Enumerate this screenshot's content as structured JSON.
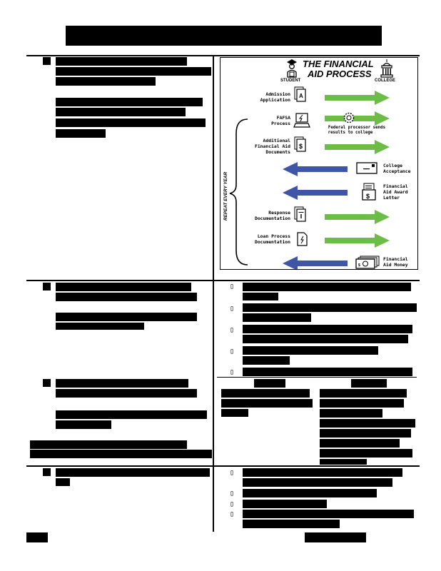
{
  "diagram": {
    "title_line1": "THE FINANCIAL",
    "title_line2": "AID PROCESS",
    "student_label": "STUDENT",
    "college_label": "COLLEGE",
    "repeat_label": "REPEAT EVERY YEAR",
    "fafsa_note_line1": "Federal processor sends",
    "fafsa_note_line2": "results to college",
    "steps": [
      {
        "lines": [
          "Admission",
          "Application"
        ],
        "direction": "to-college",
        "icon": "document-a-icon"
      },
      {
        "lines": [
          "FAFSA",
          "Process"
        ],
        "direction": "to-college",
        "icon": "computer-icon"
      },
      {
        "lines": [
          "Additional",
          "Financial Aid",
          "Documents"
        ],
        "direction": "to-college",
        "icon": "dollar-document-icon"
      },
      {
        "lines": [
          "College",
          "Acceptance"
        ],
        "direction": "to-student",
        "icon": "envelope-icon"
      },
      {
        "lines": [
          "Financial",
          "Aid Award",
          "Letter"
        ],
        "direction": "to-student",
        "icon": "award-letter-icon"
      },
      {
        "lines": [
          "Response",
          "Documentation"
        ],
        "direction": "to-college",
        "icon": "response-document-icon"
      },
      {
        "lines": [
          "Loan Process",
          "Documentation"
        ],
        "direction": "to-college",
        "icon": "loan-document-icon"
      },
      {
        "lines": [
          "Financial",
          "Aid Money"
        ],
        "direction": "to-student",
        "icon": "money-icon"
      }
    ],
    "colors": {
      "to_college_arrow": "#6cbd45",
      "to_student_arrow": "#3f55a6"
    }
  },
  "bullet_glyph": "▯"
}
